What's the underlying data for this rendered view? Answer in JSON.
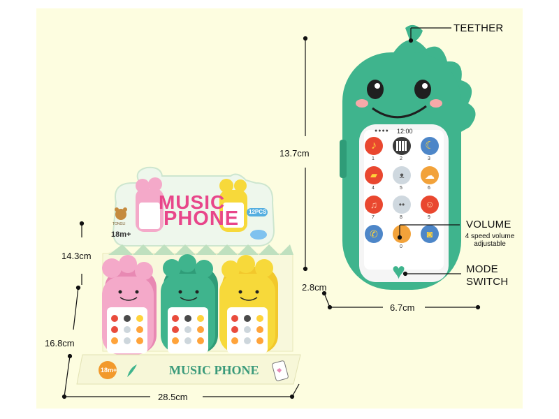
{
  "callouts": {
    "teether": "TEETHER",
    "volume": "VOLUME",
    "volume_note_1": "4 speed volume",
    "volume_note_2": "adjustable",
    "mode_1": "MODE",
    "mode_2": "SWITCH"
  },
  "dimensions": {
    "phone_height": "13.7cm",
    "phone_depth": "2.8cm",
    "phone_width": "6.7cm",
    "box_height_front": "14.3cm",
    "box_height_back": "16.8cm",
    "box_width": "28.5cm"
  },
  "box": {
    "title_1": "MUSIC",
    "title_2": "PHONE",
    "age": "18m+",
    "pcs": "12PCS",
    "brand": "TONGLI",
    "front_title": "MUSIC PHONE",
    "front_age": "18m+"
  },
  "phone": {
    "status_time": "12:00",
    "key_numbers": [
      "1",
      "2",
      "3",
      "4",
      "5",
      "6",
      "7",
      "8",
      "9",
      "",
      "0",
      ""
    ]
  },
  "colors": {
    "background": "#fdfde0",
    "green": "#3fb48d",
    "pink": "#f2a6c7",
    "yellow": "#f7d93a"
  }
}
